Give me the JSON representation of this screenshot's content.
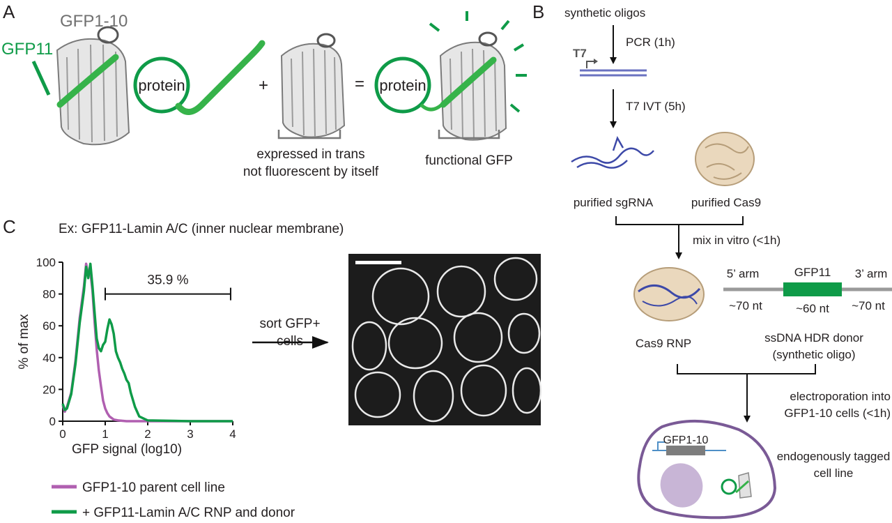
{
  "panels": {
    "a": "A",
    "b": "B",
    "c": "C"
  },
  "panel_a": {
    "gfp1_10": "GFP1-10",
    "gfp11": "GFP11",
    "protein_1": "protein",
    "plus": "+",
    "equals": "=",
    "protein_2": "protein",
    "trans_line1": "expressed in trans",
    "trans_line2": "not fluorescent by itself",
    "functional": "functional GFP"
  },
  "panel_b": {
    "synthetic_oligos": "synthetic oligos",
    "pcr": "PCR (1h)",
    "t7": "T7",
    "ivt": "T7 IVT (5h)",
    "sgrna": "purified sgRNA",
    "cas9": "purified Cas9",
    "mix": "mix in vitro (<1h)",
    "arm5": "5’ arm",
    "gfp11": "GFP11",
    "arm3": "3’ arm",
    "nt70a": "~70 nt",
    "nt60": "~60 nt",
    "nt70b": "~70 nt",
    "rnp": "Cas9 RNP",
    "donor_line1": "ssDNA HDR donor",
    "donor_line2": "(synthetic oligo)",
    "electro_line1": "electroporation into",
    "electro_line2": "GFP1-10 cells (<1h)",
    "cell_gene": "GFP1-10",
    "tagged_line1": "endogenously tagged",
    "tagged_line2": "cell line"
  },
  "panel_c": {
    "title": "Ex: GFP11-Lamin A/C (inner nuclear membrane)",
    "sort_line1": "sort GFP+",
    "sort_line2": "cells"
  },
  "chart_data": {
    "type": "line",
    "xlabel": "GFP signal (log10)",
    "ylabel": "% of max",
    "xlim": [
      0,
      4
    ],
    "ylim": [
      0,
      100
    ],
    "xticks": [
      "0",
      "1",
      "2",
      "3",
      "4"
    ],
    "yticks": [
      "0",
      "20",
      "40",
      "60",
      "80",
      "100"
    ],
    "gate_label": "35.9 %",
    "gate_range": [
      1.0,
      3.95
    ],
    "series": [
      {
        "name": "GFP1-10 parent cell line",
        "color": "#b05fb0",
        "x": [
          0,
          0.05,
          0.1,
          0.2,
          0.3,
          0.4,
          0.5,
          0.55,
          0.6,
          0.65,
          0.7,
          0.75,
          0.8,
          0.85,
          0.9,
          0.95,
          1.0,
          1.05,
          1.1,
          1.2,
          1.3,
          1.5,
          2,
          3,
          4
        ],
        "values": [
          10,
          6,
          9,
          18,
          38,
          65,
          85,
          99,
          92,
          94,
          82,
          62,
          45,
          32,
          22,
          13,
          8,
          5,
          3,
          1,
          0.5,
          0,
          0,
          0,
          0
        ]
      },
      {
        "name": "+ GFP11-Lamin A/C RNP and donor",
        "color": "#0f9b48",
        "x": [
          0,
          0.05,
          0.1,
          0.2,
          0.3,
          0.4,
          0.5,
          0.55,
          0.6,
          0.65,
          0.7,
          0.75,
          0.8,
          0.85,
          0.9,
          0.95,
          1.0,
          1.05,
          1.1,
          1.15,
          1.2,
          1.25,
          1.3,
          1.35,
          1.4,
          1.45,
          1.5,
          1.55,
          1.6,
          1.7,
          1.8,
          2,
          3,
          4
        ],
        "values": [
          11,
          7,
          8,
          17,
          36,
          62,
          82,
          97,
          90,
          99,
          85,
          68,
          52,
          46,
          44,
          48,
          50,
          58,
          64,
          61,
          55,
          44,
          40,
          37,
          33,
          30,
          26,
          24,
          18,
          9,
          3,
          0.5,
          0,
          0
        ]
      }
    ]
  }
}
